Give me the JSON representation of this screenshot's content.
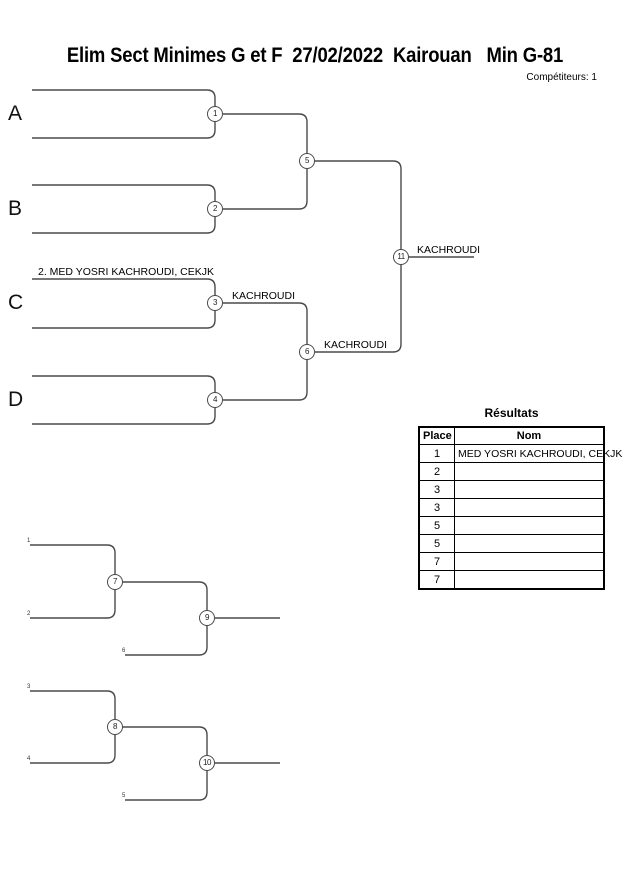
{
  "title": "Elim Sect Minimes G et F  27/02/2022  Kairouan   Min G-81",
  "competitors_label": "Compétiteurs: 1",
  "bracket": {
    "pool_letters": {
      "a": "A",
      "b": "B",
      "c": "C",
      "d": "D"
    },
    "entry_c": "2. MED YOSRI KACHROUDI, CEKJK",
    "match_numbers": {
      "m1": "1",
      "m2": "2",
      "m3": "3",
      "m4": "4",
      "m5": "5",
      "m6": "6",
      "m7": "7",
      "m8": "8",
      "m9": "9",
      "m10": "10",
      "m11": "11"
    },
    "winner_labels": {
      "match3": "KACHROUDI",
      "match6": "KACHROUDI",
      "match11": "KACHROUDI"
    },
    "repechage_feeds": {
      "r1_top": "1",
      "r1_mid": "2",
      "r1_low": "6",
      "r2_top": "3",
      "r2_mid": "4",
      "r2_low": "5"
    }
  },
  "results": {
    "title": "Résultats",
    "headers": {
      "place": "Place",
      "name": "Nom"
    },
    "rows": [
      {
        "place": "1",
        "name": "MED YOSRI KACHROUDI, CEKJK"
      },
      {
        "place": "2",
        "name": ""
      },
      {
        "place": "3",
        "name": ""
      },
      {
        "place": "3",
        "name": ""
      },
      {
        "place": "5",
        "name": ""
      },
      {
        "place": "5",
        "name": ""
      },
      {
        "place": "7",
        "name": ""
      },
      {
        "place": "7",
        "name": ""
      }
    ]
  }
}
